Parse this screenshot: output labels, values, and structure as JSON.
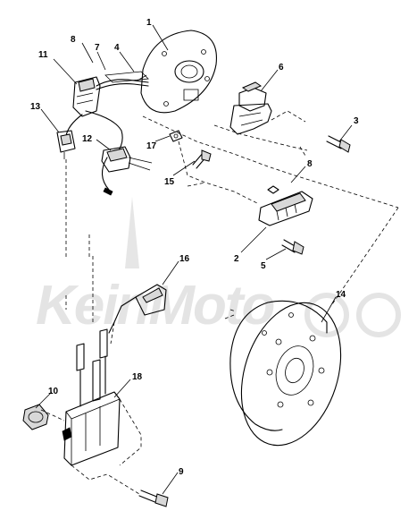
{
  "diagram": {
    "callouts": [
      {
        "id": "1",
        "text": "1"
      },
      {
        "id": "2",
        "text": "2"
      },
      {
        "id": "3",
        "text": "3"
      },
      {
        "id": "4",
        "text": "4"
      },
      {
        "id": "5",
        "text": "5"
      },
      {
        "id": "6",
        "text": "6"
      },
      {
        "id": "7",
        "text": "7"
      },
      {
        "id": "8a",
        "text": "8"
      },
      {
        "id": "8b",
        "text": "8"
      },
      {
        "id": "9",
        "text": "9"
      },
      {
        "id": "10",
        "text": "10"
      },
      {
        "id": "11",
        "text": "11"
      },
      {
        "id": "12",
        "text": "12"
      },
      {
        "id": "13",
        "text": "13"
      },
      {
        "id": "14",
        "text": "14"
      },
      {
        "id": "15",
        "text": "15"
      },
      {
        "id": "16",
        "text": "16"
      },
      {
        "id": "17",
        "text": "17"
      },
      {
        "id": "18",
        "text": "18"
      }
    ],
    "watermark": "KeinMoto"
  }
}
